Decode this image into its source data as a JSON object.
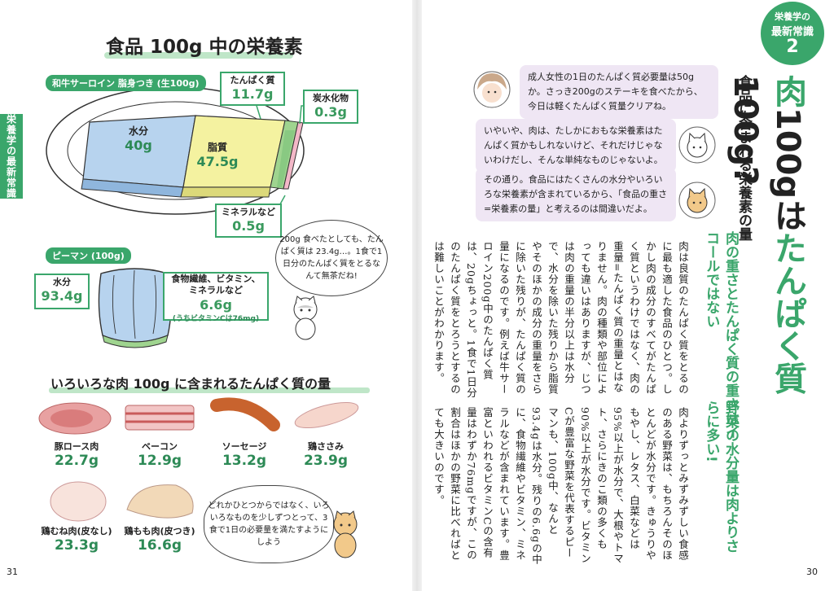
{
  "left": {
    "side_tab": "栄養学の最新常識",
    "title": "食品 100g 中の栄養素",
    "steak": {
      "label": "和牛サーロイン 脂身つき (生100g)",
      "water": {
        "label": "水分",
        "value": "40g"
      },
      "fat": {
        "label": "脂質",
        "value": "47.5g"
      },
      "protein": {
        "label": "たんぱく質",
        "value": "11.7g"
      },
      "carbs": {
        "label": "炭水化物",
        "value": "0.3g"
      },
      "minerals": {
        "label": "ミネラルなど",
        "value": "0.5g"
      }
    },
    "pepper": {
      "label": "ピーマン (100g)",
      "water": {
        "label": "水分",
        "value": "93.4g"
      },
      "fiber": {
        "label": "食物繊維、ビタミン、ミネラルなど",
        "value": "6.6g",
        "note": "(うちビタミンCは76mg)"
      }
    },
    "cat_bubble": "200g 食べたとしても、たんぱく質は 23.4g…。1食で1日分のたんぱく質をとるなんて無茶だね!",
    "section2_title": "いろいろな肉 100g に含まれるたんぱく質の量",
    "meats": [
      {
        "name": "豚ロース肉",
        "value": "22.7g"
      },
      {
        "name": "ベーコン",
        "value": "12.9g"
      },
      {
        "name": "ソーセージ",
        "value": "13.2g"
      },
      {
        "name": "鶏ささみ",
        "value": "23.9g"
      },
      {
        "name": "鶏むね肉(皮なし)",
        "value": "23.3g"
      },
      {
        "name": "鶏もも肉(皮つき)",
        "value": "16.6g"
      }
    ],
    "cat_bubble2": "どれかひとつからではなく、いろいろなものを少しずつとって、3食で1日の必要量を満たすようにしよう",
    "page_number": "31"
  },
  "right": {
    "badge_line1": "栄養学の",
    "badge_line2": "最新常識",
    "badge_number": "2",
    "title_part1": "肉",
    "title_part2": "100gは",
    "title_part3": "たんぱく質",
    "title_part4": "100g?",
    "subtitle": "食品に含まれる栄養素の量",
    "chat": [
      "成人女性の1日のたんぱく質必要量は50gか。さっき200gのステーキを食べたから、今日は軽くたんぱく質量クリアね。",
      "いやいや、肉は、たしかにおもな栄養素はたんぱく質かもしれないけど、それだけじゃないわけだし、そんな単純なものじゃないよ。",
      "その通り。食品にはたくさんの水分やいろいろな栄養素が含まれているから、「食品の重さ=栄養素の量」と考えるのは間違いだよ。"
    ],
    "head1": "肉の重さとたんぱく質の重さはイコールではない",
    "body1": "肉は良質のたんぱく質をとるのに最も適した食品のひとつ。しかし肉の成分のすべてがたんぱく質というわけではなく、肉の重量=たんぱく質の重量とはなりません。肉の種類や部位によっても違いはありますが、じつは肉の重量の半分以上は水分で、水分を除いた残りから脂質やそのほかの成分の重量をさらに除いた残りが、たんぱく質の量になるのです。例えば牛サーロイン200g中のたんぱく質は、20gちょっと。1食で1日分のたんぱく質をとろうとするのは難しいことがわかります。",
    "head2": "野菜の水分量は肉よりさらに多い!",
    "body2": "肉よりずっとみずみずしい食感のある野菜は、もちろんそのほとんどが水分です。きゅうりやもやし、レタス、白菜などは95%以上が水分で、大根やトマト、さらにきのこ類の多くも90%以上が水分です。ビタミンCが豊富な野菜を代表するピーマンも、100g中、なんと93.4gは水分。残りの6.6gの中に、食物繊維やビタミン、ミネラルなどが含まれています。豊富といわれるビタミンCの含有量はわずか76mgですが、この割合はほかの野菜に比べればとても大きいのです。",
    "page_number": "30"
  },
  "colors": {
    "green": "#3aa66b",
    "light_green": "#bfe6c8",
    "chat_bg": "#efe6f4",
    "value_green": "#2d8a56"
  }
}
